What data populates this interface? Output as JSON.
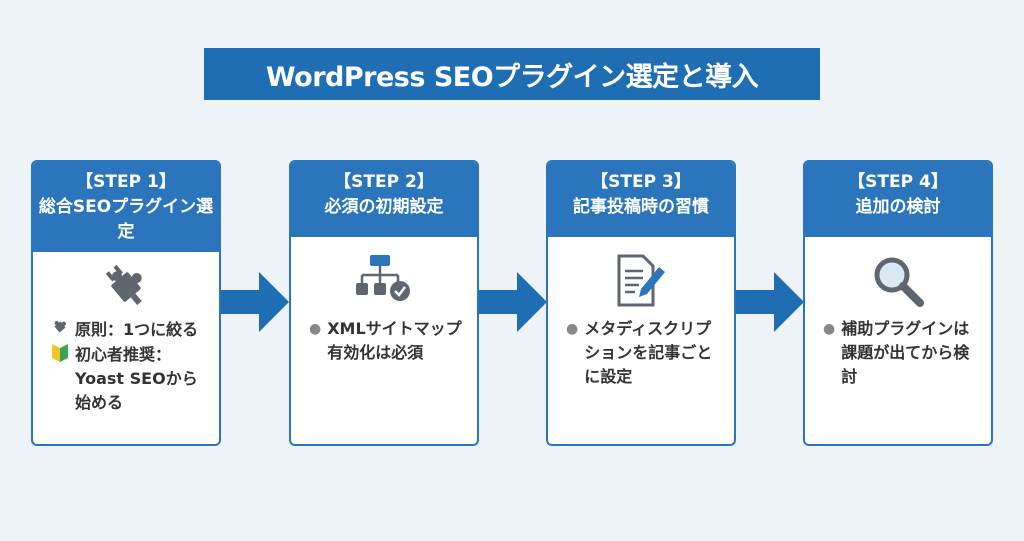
{
  "title": "WordPress SEOプラグイン選定と導入",
  "steps": [
    {
      "step": "【STEP 1】",
      "heading": "総合SEOプラグイン選定",
      "icon": "puzzle-plug-icon",
      "items": [
        {
          "icon": "puzzle-icon",
          "text": "原則：1つに絞る"
        },
        {
          "icon": "beginner-mark-icon",
          "text": "初心者推奨：Yoast SEOから始める"
        }
      ]
    },
    {
      "step": "【STEP 2】",
      "heading": "必須の初期設定",
      "icon": "sitemap-check-icon",
      "items": [
        {
          "text": "XMLサイトマップ有効化は必須"
        }
      ]
    },
    {
      "step": "【STEP 3】",
      "heading": "記事投稿時の習慣",
      "icon": "document-edit-icon",
      "items": [
        {
          "text": "メタディスクリプションを記事ごとに設定"
        }
      ]
    },
    {
      "step": "【STEP 4】",
      "heading": "追加の検討",
      "icon": "magnifier-icon",
      "items": [
        {
          "text": "補助プラグインは課題が出てから検討"
        }
      ]
    }
  ],
  "colors": {
    "accent": "#2a75bb",
    "title_bg": "#1f6db3",
    "background": "#eef3f8",
    "icon": "#5f6670"
  }
}
